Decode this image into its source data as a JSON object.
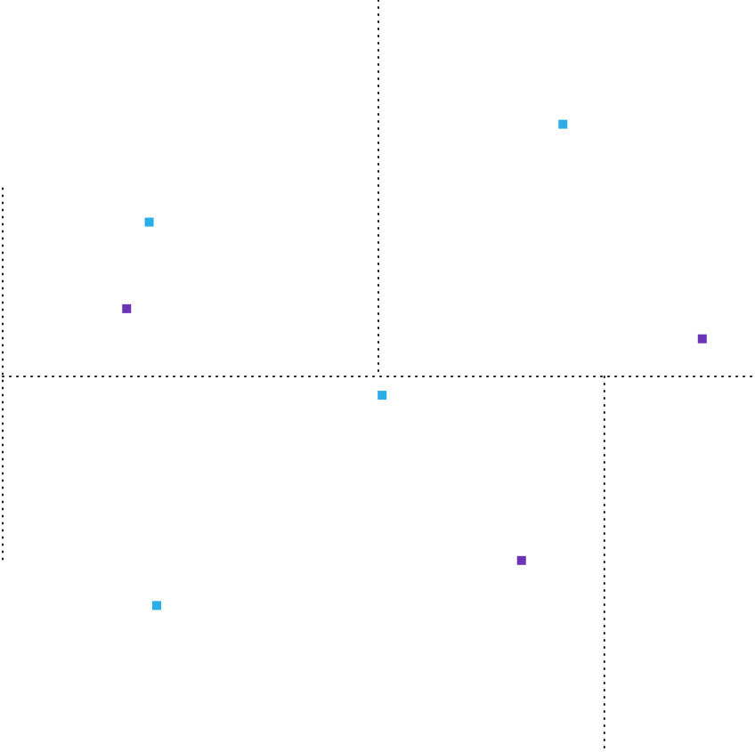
{
  "chart_data": {
    "type": "scatter",
    "title": "",
    "xlabel": "",
    "ylabel": "",
    "xlim": [
      -1,
      1
    ],
    "ylim": [
      -1,
      1
    ],
    "grid": false,
    "legend": "none",
    "colors": {
      "series_a": "#29aee8",
      "series_b": "#6b33b5",
      "reference_line": "#111111",
      "background": "#ffffff"
    },
    "reference_lines": {
      "vertical": [
        {
          "x": 0.0,
          "y_range": [
            0.0,
            1.0
          ]
        },
        {
          "x": 0.6,
          "y_range": [
            -1.0,
            0.0
          ]
        }
      ],
      "horizontal": [
        {
          "y": 0.0,
          "x_range": [
            -1.0,
            1.0
          ]
        }
      ],
      "left_edge": [
        {
          "x": -1.0,
          "y_range": [
            -0.5,
            0.5
          ]
        }
      ]
    },
    "series": [
      {
        "color": "#29aee8",
        "marker": "square",
        "points": [
          {
            "x": -0.61,
            "y": 0.41
          },
          {
            "x": 0.49,
            "y": 0.67
          },
          {
            "x": 0.01,
            "y": -0.05
          },
          {
            "x": -0.59,
            "y": -0.61
          }
        ]
      },
      {
        "color": "#6b33b5",
        "marker": "square",
        "points": [
          {
            "x": -0.67,
            "y": 0.18
          },
          {
            "x": 0.86,
            "y": 0.1
          },
          {
            "x": 0.38,
            "y": -0.49
          }
        ]
      }
    ]
  }
}
